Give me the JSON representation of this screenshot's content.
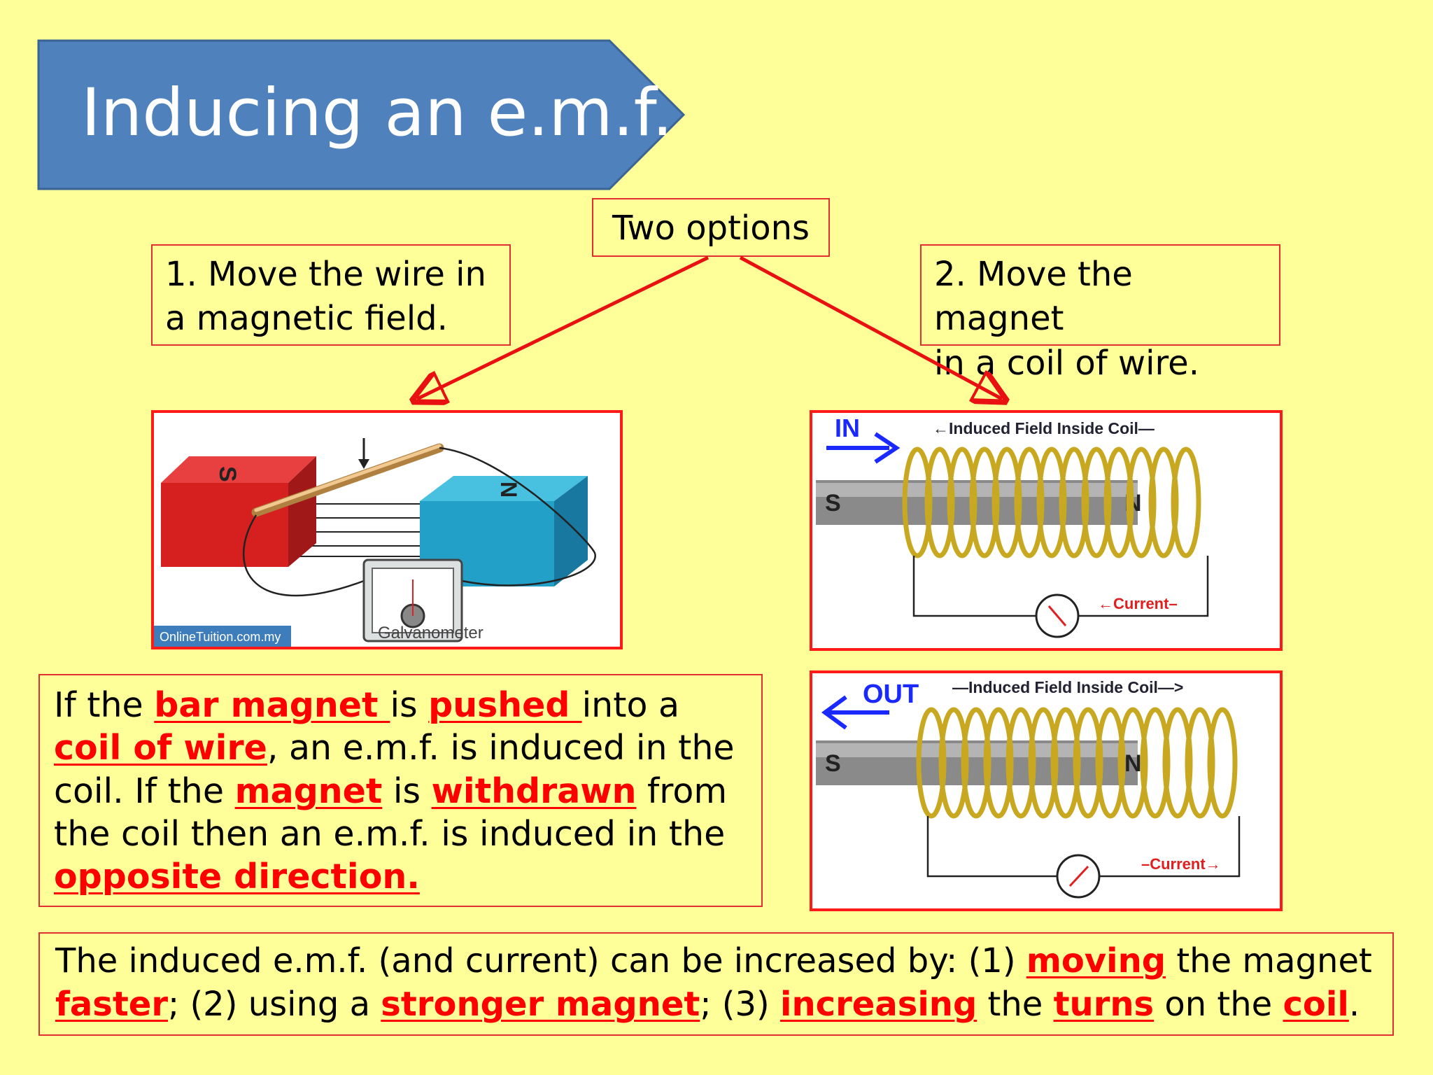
{
  "title": "Inducing an e.m.f.",
  "two_options": "Two options",
  "option1": {
    "line1": "1. Move the wire in",
    "line2": "a magnetic field."
  },
  "option2": {
    "line1": "2. Move the magnet",
    "line2": "in a coil of wire."
  },
  "fig1": {
    "pole_s": "S",
    "pole_n": "N",
    "meter_label": "Galvanometer",
    "credit": "OnlineTuition.com.my"
  },
  "fig2": {
    "direction": "IN",
    "field_label": "←Induced Field Inside Coil—",
    "pole_s": "S",
    "pole_n": "N",
    "current_label": "←Current–"
  },
  "fig3": {
    "direction": "OUT",
    "field_label": "—Induced Field Inside Coil—>",
    "pole_s": "S",
    "pole_n": "N",
    "current_label": "–Current→"
  },
  "explain": {
    "t1": "If the ",
    "u1": "bar magnet ",
    "t2": "is ",
    "u2": "pushed ",
    "t3": "into a ",
    "u3": "coil of wire",
    "t4": ", an e.m.f. is induced in the coil. If the ",
    "u4": "magnet",
    "t5": " is ",
    "u5": "withdrawn",
    "t6": " from the coil then an e.m.f. is induced in the ",
    "u6": "opposite direction."
  },
  "summary": {
    "t1": "The induced e.m.f. (and current) can be increased by:  (1) ",
    "u1": "moving",
    "t2": " the magnet ",
    "u2": "faster",
    "t3": ";  (2) using a ",
    "u3": "stronger magnet",
    "t4": ";  (3) ",
    "u4": "increasing",
    "t5": " the ",
    "u5": "turns",
    "t6": " on the ",
    "u6": "coil",
    "t7": "."
  },
  "colors": {
    "background": "#ffff99",
    "banner": "#4f81bd",
    "accent_red": "#ff0000",
    "coil_gold": "#c8a820"
  }
}
